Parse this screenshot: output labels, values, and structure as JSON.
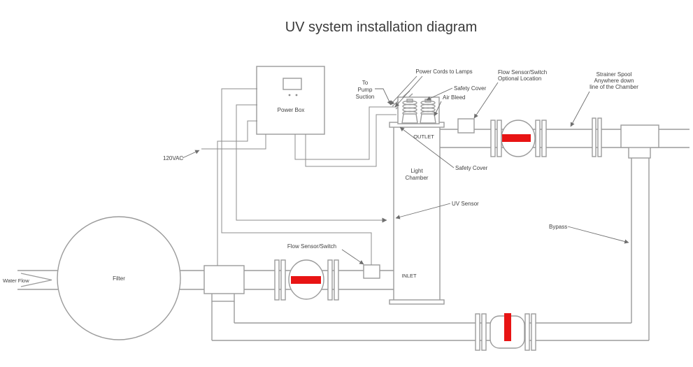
{
  "title": "UV system installation diagram",
  "colors": {
    "background": "#ffffff",
    "line": "#9b9b9b",
    "wire": "#8c8c8c",
    "leader": "#6e6e6e",
    "text": "#3f3f3f",
    "valve_handle": "#e81414"
  },
  "components": {
    "power_box": {
      "label": "Power Box"
    },
    "filter": {
      "label": "Filter"
    },
    "chamber": {
      "label_line1": "Light",
      "label_line2": "Chamber",
      "outlet": "OUTLET",
      "inlet": "INLET"
    }
  },
  "annotations": {
    "voltage": "120VAC",
    "power_cords": "Power Cords to Lamps",
    "pump_suction": [
      "To",
      "Pump",
      "Suction"
    ],
    "safety_cover_top": "Safety Cover",
    "air_bleed": "Air Bleed",
    "flow_sensor_optional": [
      "Flow Sensor/Switch",
      "Optional Location"
    ],
    "strainer_spool": [
      "Strainer Spool",
      "Anywhere down",
      "line of the Chamber"
    ],
    "safety_cover_side": "Safety Cover",
    "uv_sensor": "UV Sensor",
    "bypass": "Bypass",
    "flow_sensor": "Flow Sensor/Switch",
    "water_flow": "Water Flow"
  }
}
